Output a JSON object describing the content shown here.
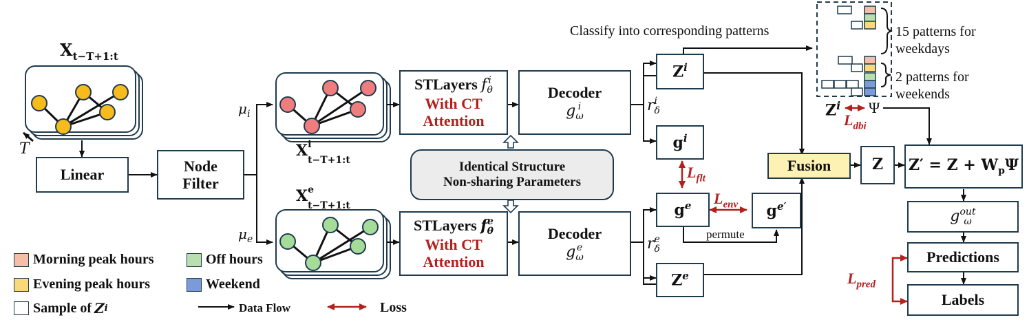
{
  "title_text": {
    "classify": "Classify into corresponding patterns",
    "patterns_weekdays": "15 patterns for weekdays",
    "patterns_weekdays_l1": "15 patterns for",
    "patterns_weekdays_l2": "weekdays",
    "patterns_weekends_l1": "2 patterns for",
    "patterns_weekends_l2": "weekends"
  },
  "inputs": {
    "x_full": "X",
    "x_full_sub": "t−T+1:t",
    "x_i_sup": "i",
    "x_e_sup": "e",
    "T_label": "T",
    "mu_i": "μ",
    "mu_i_sub": "i",
    "mu_e": "μ",
    "mu_e_sub": "e"
  },
  "boxes": {
    "linear": "Linear",
    "node_filter_l1": "Node",
    "node_filter_l2": "Filter",
    "stlayers_i_l1": "STLayers",
    "stlayers_i_f": "f",
    "stlayers_i_f_sub": "θ",
    "stlayers_i_f_sup": "i",
    "stlayers_e_f_sup": "e",
    "with_ct": "With CT",
    "attention": "Attention",
    "decoder": "Decoder",
    "g_omega": "g",
    "g_omega_sub": "ω",
    "g_omega_i_sup": "i",
    "g_omega_e_sup": "e",
    "identical_l1": "Identical Structure",
    "identical_l2": "Non-sharing Parameters",
    "z_i": "Z",
    "z_i_sup": "i",
    "g_i": "g",
    "g_i_sup": "i",
    "g_e": "g",
    "g_e_sup": "e",
    "g_e_prime_sup": "e′",
    "z_e": "Z",
    "z_e_sup": "e",
    "fusion": "Fusion",
    "z": "Z",
    "z_prime": "Z′ = Z + W",
    "z_prime_sub": "p",
    "z_prime_psi": "Ψ",
    "g_out": "g",
    "g_out_sub": "ω",
    "g_out_sup": "out",
    "predictions": "Predictions",
    "labels": "Labels",
    "r_delta": "r",
    "r_delta_sub": "δ",
    "r_i_sup": "i",
    "r_e_sup": "e",
    "permute": "permute"
  },
  "losses": {
    "flt": "L",
    "flt_sub": "flt",
    "env": "L",
    "env_sub": "env",
    "dbi": "L",
    "dbi_sub": "dbi",
    "pred": "L",
    "pred_sub": "pred",
    "zi_psi_left": "Z",
    "zi_psi_left_sup": "i",
    "zi_psi_right": "Ψ"
  },
  "legend": {
    "morning": "Morning peak hours",
    "evening": "Evening peak hours",
    "sample": "Sample of ",
    "sample_z": "Z",
    "sample_z_sup": "i",
    "off": "Off hours",
    "weekend": "Weekend",
    "data_flow": "Data Flow",
    "loss": "Loss"
  },
  "colors": {
    "morning": "#f4bfa6",
    "evening": "#f9d97a",
    "off": "#b9dfb1",
    "weekend": "#7b9bd8",
    "node_yellow": "#f7bb1e",
    "node_red": "#f07d7d",
    "node_green": "#a6dc9a",
    "fusion_bg": "#fdf1b3",
    "identical_bg": "#ececec",
    "loss_red": "#b3201d",
    "box_border": "#1f3a4d"
  }
}
